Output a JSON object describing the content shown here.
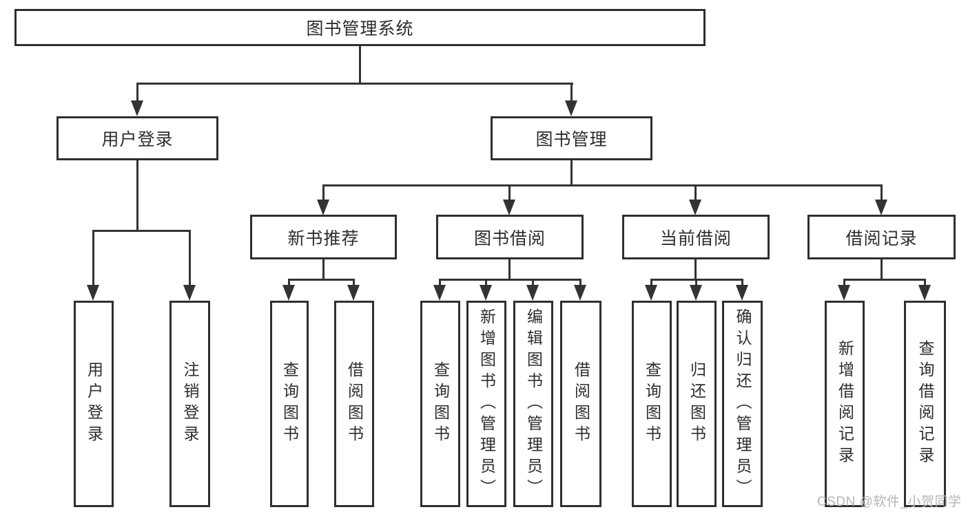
{
  "diagram": {
    "title": "图书管理系统",
    "root": {
      "label": "图书管理系统"
    },
    "level2": [
      {
        "label": "用户登录"
      },
      {
        "label": "图书管理"
      }
    ],
    "level3": [
      {
        "label": "新书推荐"
      },
      {
        "label": "图书借阅"
      },
      {
        "label": "当前借阅"
      },
      {
        "label": "借阅记录"
      }
    ],
    "leaves": {
      "user_login": [
        {
          "label": "用户登录"
        },
        {
          "label": "注销登录"
        }
      ],
      "new_book": [
        {
          "label": "查询图书"
        },
        {
          "label": "借阅图书"
        }
      ],
      "book_borrow": [
        {
          "label": "查询图书"
        },
        {
          "label": "新增图书（管理员）"
        },
        {
          "label": "编辑图书（管理员）"
        },
        {
          "label": "借阅图书"
        }
      ],
      "current_borrow": [
        {
          "label": "查询图书"
        },
        {
          "label": "归还图书"
        },
        {
          "label": "确认归还（管理员）"
        }
      ],
      "borrow_record": [
        {
          "label": "新增借阅记录"
        },
        {
          "label": "查询借阅记录"
        }
      ]
    },
    "watermark": "CSDN @软件_小贺同学",
    "colors": {
      "line": "#333333",
      "border": "#2f2f2f",
      "text": "#2d2d2d",
      "watermark": "#b5b5b5",
      "background": "#ffffff"
    }
  }
}
